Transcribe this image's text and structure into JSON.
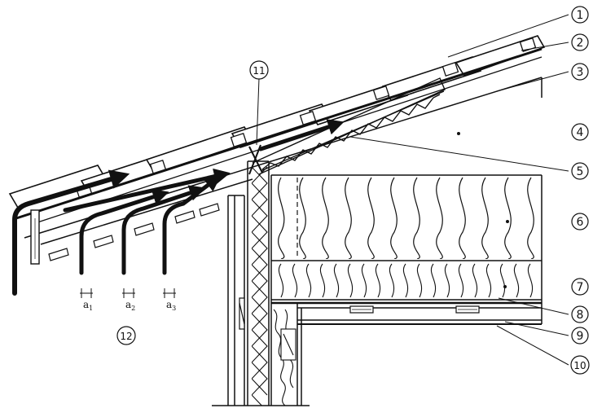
{
  "diagram": {
    "callouts": [
      "1",
      "2",
      "3",
      "4",
      "5",
      "6",
      "7",
      "8",
      "9",
      "10",
      "11",
      "12"
    ],
    "gap_labels": [
      {
        "main": "a",
        "sub": "1"
      },
      {
        "main": "a",
        "sub": "2"
      },
      {
        "main": "a",
        "sub": "3"
      }
    ]
  }
}
